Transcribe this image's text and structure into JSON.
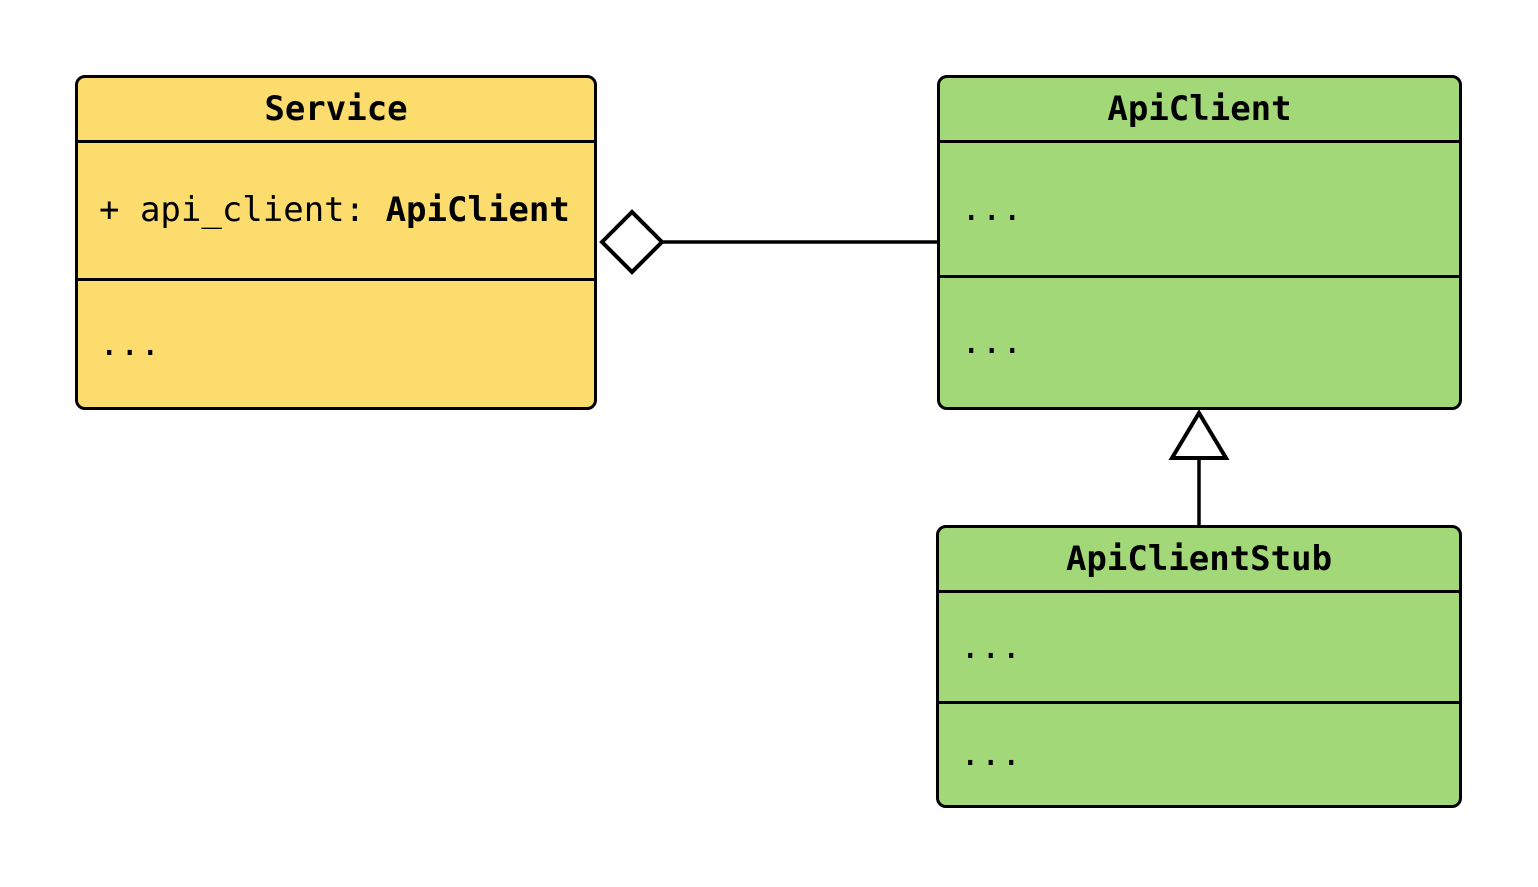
{
  "diagram": {
    "type": "uml-class-diagram",
    "colors": {
      "service_fill": "#fcdc6c",
      "client_fill": "#a2d877",
      "stroke": "#000000",
      "marker_fill": "#ffffff",
      "background": "#ffffff"
    },
    "classes": {
      "service": {
        "title": "Service",
        "attribute_prefix": "+ api_client: ",
        "attribute_type": "ApiClient",
        "methods_placeholder": "..."
      },
      "api_client": {
        "title": "ApiClient",
        "attributes_placeholder": "...",
        "methods_placeholder": "..."
      },
      "api_client_stub": {
        "title": "ApiClientStub",
        "attributes_placeholder": "...",
        "methods_placeholder": "..."
      }
    },
    "relationships": [
      {
        "type": "aggregation",
        "owner": "Service",
        "part": "ApiClient",
        "marker": "open-diamond"
      },
      {
        "type": "inheritance",
        "child": "ApiClientStub",
        "parent": "ApiClient",
        "marker": "open-triangle"
      }
    ]
  }
}
